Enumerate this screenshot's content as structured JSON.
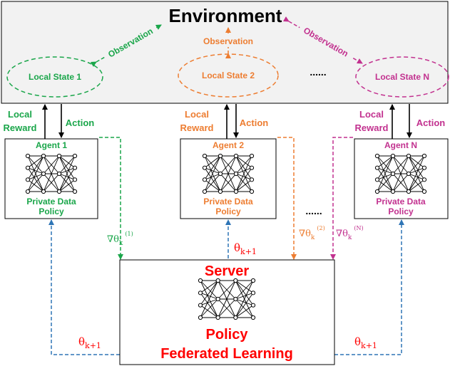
{
  "colors": {
    "green": "#1aa64a",
    "orange": "#ed7d31",
    "magenta": "#c2318f",
    "blue": "#2e75b6",
    "red": "#ff0000",
    "env_fill": "#f2f2f2",
    "black": "#000000"
  },
  "environment": {
    "title": "Environment",
    "observation_label": "Observation",
    "states": [
      "Local State 1",
      "Local State 2",
      "Local State N"
    ],
    "ellipsis": "......"
  },
  "agents": [
    {
      "name": "Agent 1",
      "data_line1": "Private Data",
      "data_line2": "Policy",
      "reward_line1": "Local",
      "reward_line2": "Reward",
      "action": "Action",
      "grad_prefix": "∇θ",
      "grad_sub": "k",
      "grad_sup": "(1)"
    },
    {
      "name": "Agent 2",
      "data_line1": "Private Data",
      "data_line2": "Policy",
      "reward_line1": "Local",
      "reward_line2": "Reward",
      "action": "Action",
      "grad_prefix": "∇θ",
      "grad_sub": "k",
      "grad_sup": "(2)"
    },
    {
      "name": "Agent N",
      "data_line1": "Private Data",
      "data_line2": "Policy",
      "reward_line1": "Local",
      "reward_line2": "Reward",
      "action": "Action",
      "grad_prefix": "∇θ",
      "grad_sub": "k",
      "grad_sup": "(N)"
    }
  ],
  "agents_ellipsis": "......",
  "server": {
    "title": "Server",
    "line1": "Policy",
    "line2": "Federated Learning",
    "theta_symbol": "θ",
    "theta_sub": "k+1"
  }
}
